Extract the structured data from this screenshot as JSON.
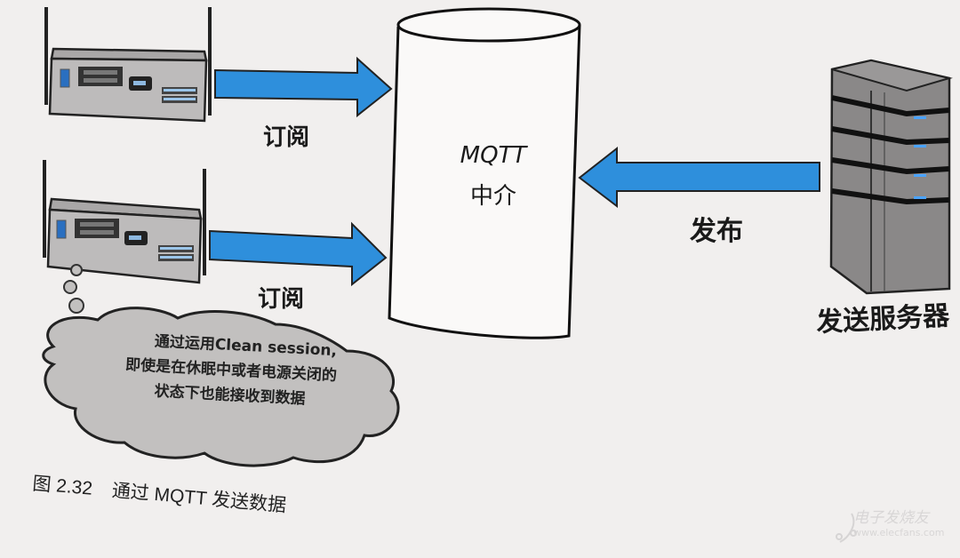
{
  "diagram": {
    "broker": {
      "line1": "MQTT",
      "line2": "中介"
    },
    "devices": [
      {
        "label": "订阅",
        "arrow": "subscribe"
      },
      {
        "label": "订阅",
        "arrow": "subscribe"
      }
    ],
    "publisher": {
      "arrow_label": "发布",
      "name": "发送服务器"
    },
    "cloud": {
      "lines": [
        "通过运用Clean session,",
        "即使是在休眠中或者电源关闭的",
        "状态下也能接收到数据"
      ]
    },
    "colors": {
      "arrow": "#2e8fdc",
      "device": "#bdbbbb",
      "server": "#8a8888",
      "cloud": "#c2c0bf"
    }
  },
  "caption": {
    "figure_number": "图 2.32",
    "text": "通过 MQTT 发送数据"
  },
  "watermark": {
    "name": "电子发烧友",
    "url": "www.elecfans.com"
  }
}
